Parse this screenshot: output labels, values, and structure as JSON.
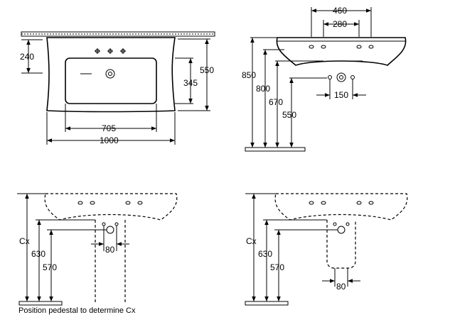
{
  "top_view": {
    "dim_depth": "240",
    "dim_height": "550",
    "dim_bowl_depth": "345",
    "dim_bowl_width": "705",
    "dim_total_width": "1000"
  },
  "side_view": {
    "dim_spacing_outer": "460",
    "dim_spacing_inner": "280",
    "dim_850": "850",
    "dim_800": "800",
    "dim_670": "670",
    "dim_550": "550",
    "dim_150": "150"
  },
  "front_pedestal": {
    "dim_cx": "Cx",
    "dim_630": "630",
    "dim_570": "570",
    "dim_80": "80"
  },
  "front_semi_pedestal": {
    "dim_cx": "Cx",
    "dim_630": "630",
    "dim_570": "570",
    "dim_80": "80"
  },
  "caption": "Position pedestal to determine Cx"
}
